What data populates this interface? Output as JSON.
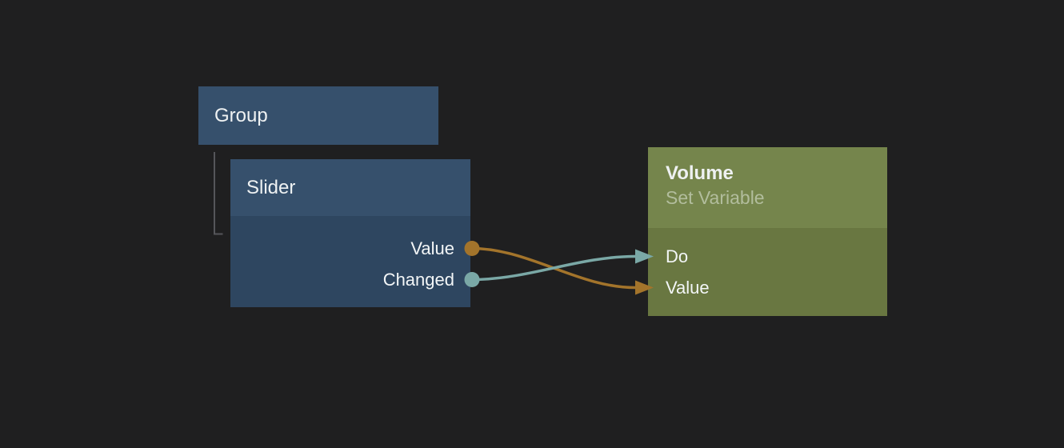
{
  "canvas": {
    "background": "#1f1f20"
  },
  "colors": {
    "orange_port": "#a3742b",
    "teal_port": "#7aa8a6",
    "blue_node_header": "#36506c",
    "blue_node_body": "#2e4660",
    "green_node_header": "#75854c",
    "green_node_body": "#697741",
    "hierarchy_line_gray": "#55565a"
  },
  "nodes": {
    "group": {
      "title": "Group"
    },
    "slider": {
      "title": "Slider",
      "outputs": [
        {
          "label": "Value",
          "color": "#a3742b"
        },
        {
          "label": "Changed",
          "color": "#7aa8a6"
        }
      ]
    },
    "volume": {
      "title": "Volume",
      "subtitle": "Set Variable",
      "inputs": [
        {
          "label": "Do",
          "color": "#7aa8a6"
        },
        {
          "label": "Value",
          "color": "#a3742b"
        }
      ]
    }
  },
  "connections": [
    {
      "from": "Slider.Value",
      "to": "Volume.Value",
      "color": "#a3742b"
    },
    {
      "from": "Slider.Changed",
      "to": "Volume.Do",
      "color": "#7aa8a6"
    }
  ]
}
